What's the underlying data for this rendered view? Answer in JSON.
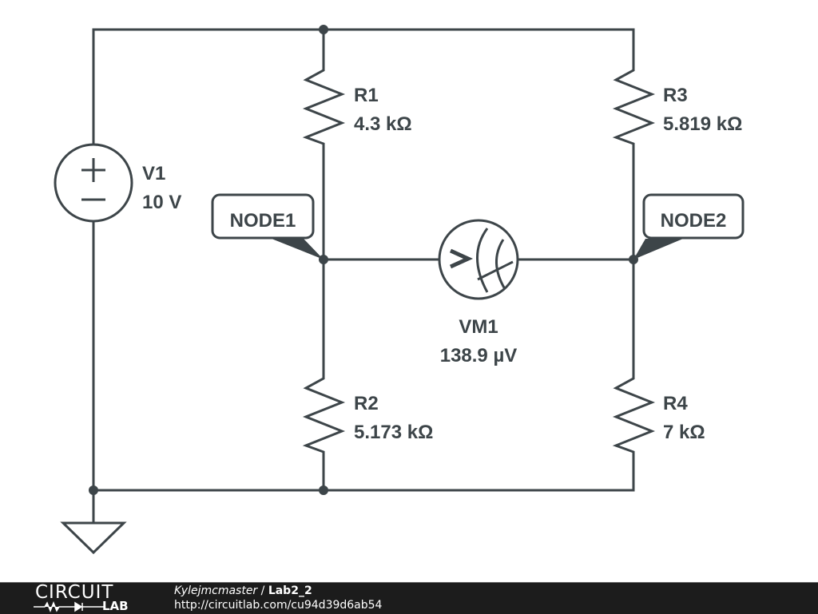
{
  "components": {
    "V1": {
      "name": "V1",
      "value": "10 V"
    },
    "R1": {
      "name": "R1",
      "value": "4.3 kΩ"
    },
    "R2": {
      "name": "R2",
      "value": "5.173 kΩ"
    },
    "R3": {
      "name": "R3",
      "value": "5.819 kΩ"
    },
    "R4": {
      "name": "R4",
      "value": "7 kΩ"
    },
    "VM1": {
      "name": "VM1",
      "value": "138.9 µV"
    }
  },
  "nodes": {
    "node1": "NODE1",
    "node2": "NODE2"
  },
  "footer": {
    "logo_top": "CIRCUIT",
    "logo_bottom": "LAB",
    "author": "Kylejmcmaster",
    "separator": " / ",
    "title": "Lab2_2",
    "url": "http://circuitlab.com/cu94d39d6ab54"
  },
  "colors": {
    "ink": "#3d4549",
    "footer_bg": "#1c1c1c"
  }
}
